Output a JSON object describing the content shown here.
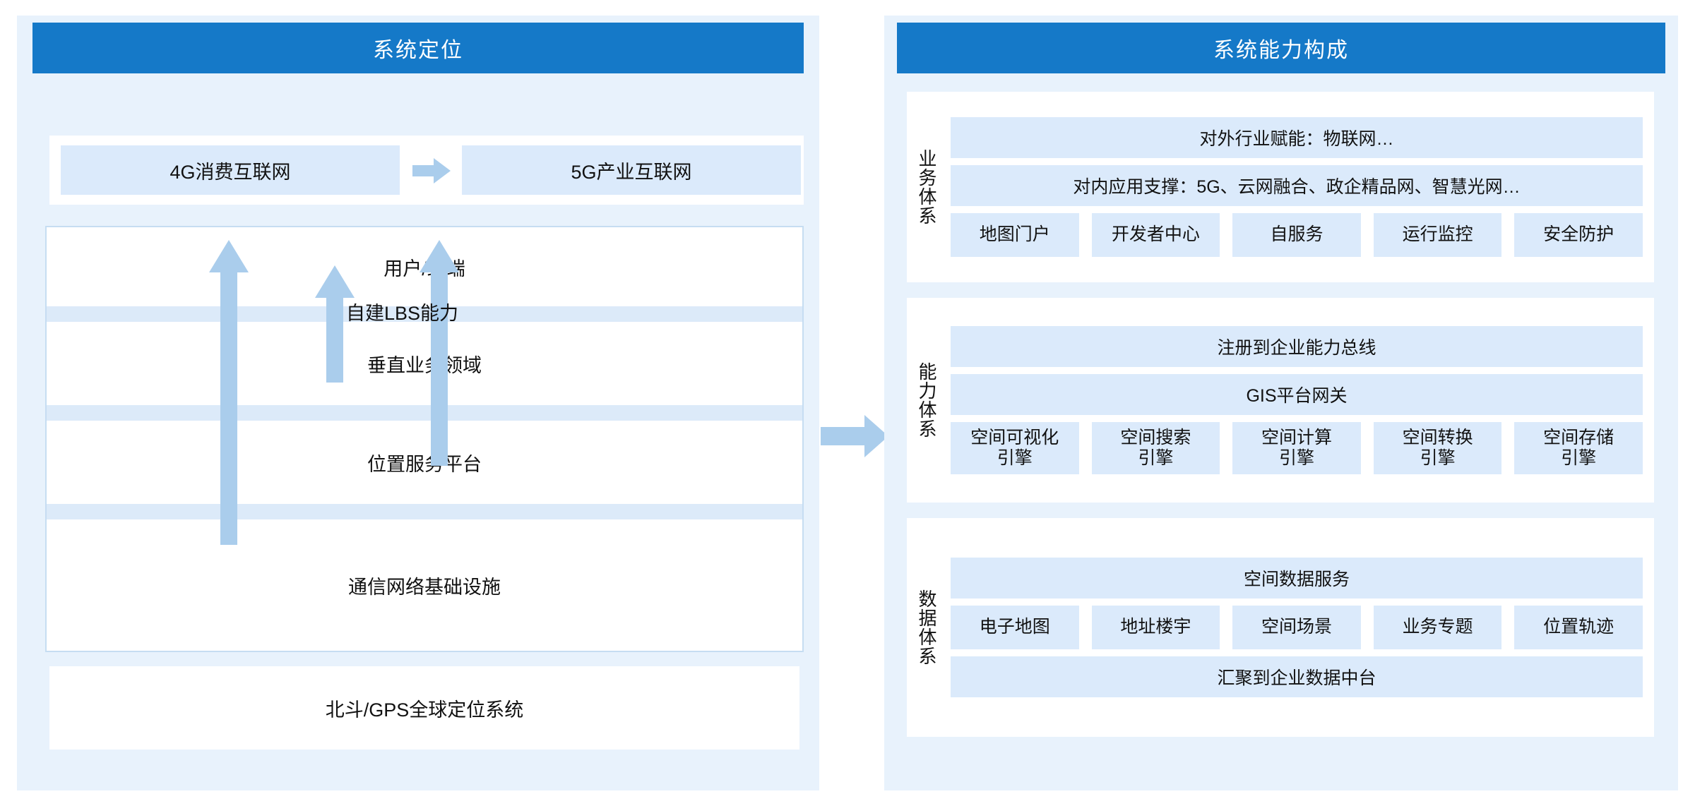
{
  "left_panel": {
    "title": "系统定位",
    "migration": {
      "from": "4G消费互联网",
      "arrow_icon": "right-arrow-icon",
      "to": "5G产业互联网"
    },
    "stack_layers": [
      {
        "label": "用户/终端"
      },
      {
        "label": "垂直业务领域"
      },
      {
        "label": "位置服务平台"
      },
      {
        "label": "通信网络基础设施"
      }
    ],
    "annotation": "自建LBS能力",
    "foundation": "北斗/GPS全球定位系统",
    "arrows": [
      {
        "icon": "up-arrow-icon",
        "from": "位置服务平台",
        "to": "用户/终端"
      },
      {
        "icon": "up-arrow-icon",
        "from": "垂直业务领域",
        "to": "用户/终端"
      },
      {
        "icon": "up-arrow-icon",
        "from": "通信网络基础设施",
        "to": "垂直业务领域"
      }
    ]
  },
  "connector": {
    "icon": "right-arrow-icon"
  },
  "right_panel": {
    "title": "系统能力构成",
    "sections": [
      {
        "label": "业务体系",
        "wide_top": [
          "对外行业赋能：物联网…",
          "对内应用支撑：5G、云网融合、政企精品网、智慧光网…"
        ],
        "chips": [
          "地图门户",
          "开发者中心",
          "自服务",
          "运行监控",
          "安全防护"
        ],
        "wide_bottom": []
      },
      {
        "label": "能力体系",
        "wide_top": [
          "注册到企业能力总线",
          "GIS平台网关"
        ],
        "chips": [
          "空间可视化\n引擎",
          "空间搜索\n引擎",
          "空间计算\n引擎",
          "空间转换\n引擎",
          "空间存储\n引擎"
        ],
        "wide_bottom": []
      },
      {
        "label": "数据体系",
        "wide_top": [
          "空间数据服务"
        ],
        "chips": [
          "电子地图",
          "地址楼宇",
          "空间场景",
          "业务专题",
          "位置轨迹"
        ],
        "wide_bottom": [
          "汇聚到企业数据中台"
        ]
      }
    ]
  },
  "colors": {
    "header_blue": "#1579c8",
    "panel_bg": "#e8f2fc",
    "box_blue": "#dbeafb",
    "separator_blue": "#dceaf9",
    "arrow_blue": "#aacdec",
    "border_blue": "#c6ddf2"
  }
}
